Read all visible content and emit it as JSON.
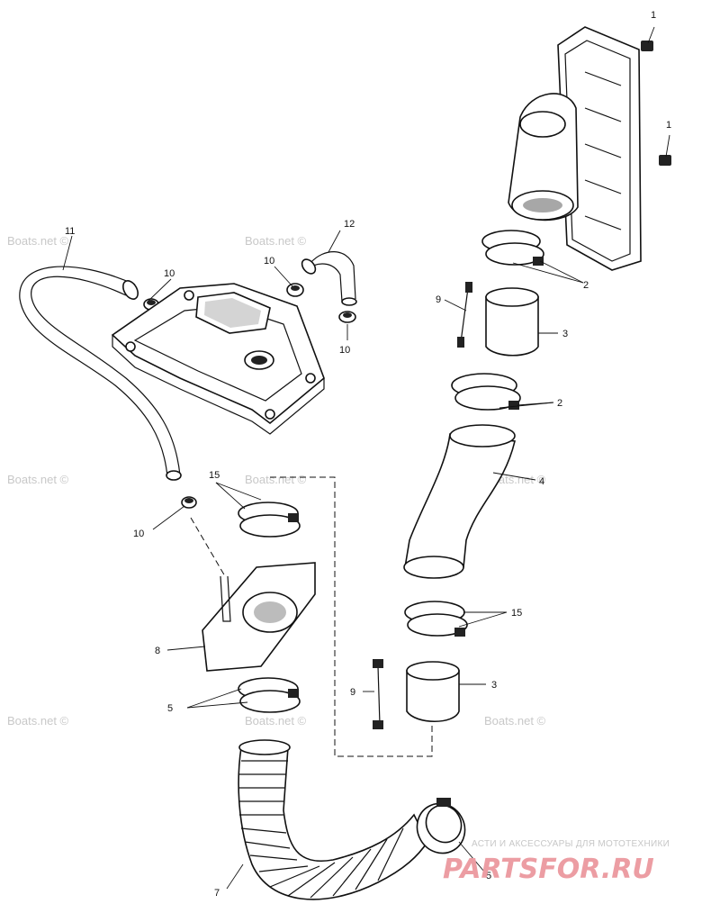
{
  "watermarks": {
    "corner": "Boats.net ©",
    "tile": "Boats.net ©"
  },
  "brand": {
    "subtitle": "АСТИ И АКСЕССУАРЫ ДЛЯ МОТОТЕХНИКИ",
    "logo": "PARTSFOR.RU"
  },
  "callouts": {
    "c1a": "1",
    "c1b": "1",
    "c2a": "2",
    "c2b": "2",
    "c3a": "3",
    "c3b": "3",
    "c4": "4",
    "c5a": "5",
    "c5b": "5",
    "c7": "7",
    "c8": "8",
    "c9a": "9",
    "c9b": "9",
    "c10a": "10",
    "c10b": "10",
    "c10c": "10",
    "c10d": "10",
    "c11": "11",
    "c12": "12",
    "c15a": "15",
    "c15b": "15"
  },
  "colors": {
    "line": "#111111",
    "watermark": "#c8c8c8",
    "logo": "#ec9da3"
  }
}
